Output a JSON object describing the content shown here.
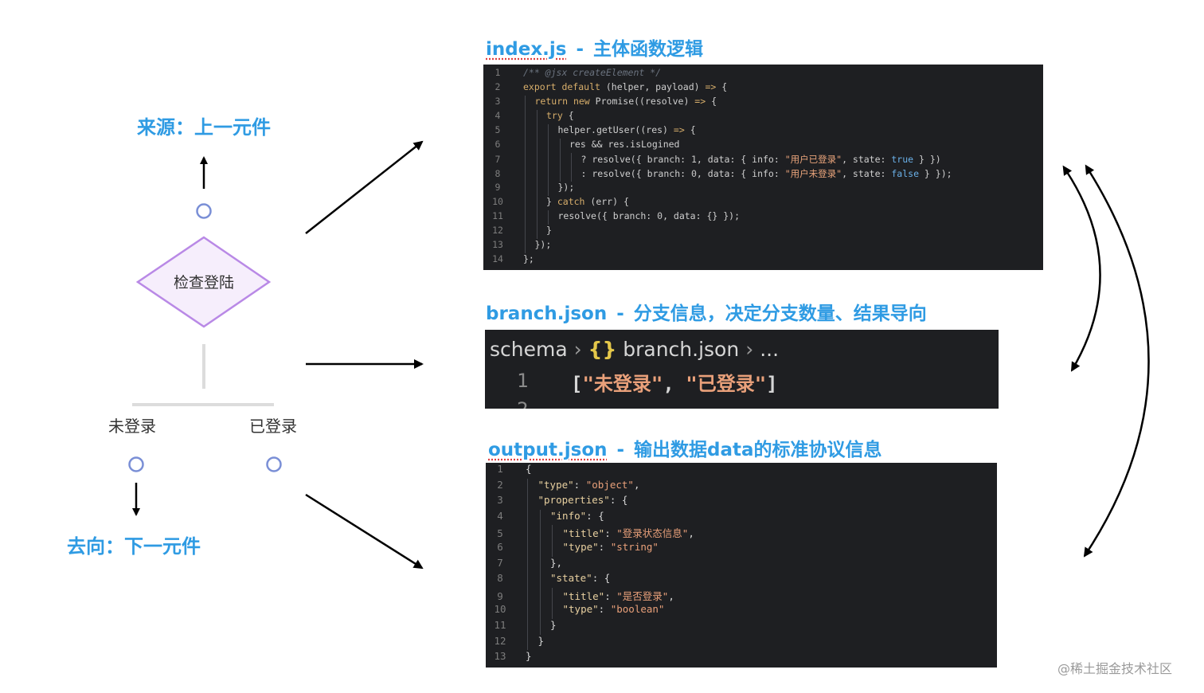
{
  "flow": {
    "source_label": "来源：上一元件",
    "diamond_label": "检查登陆",
    "branch_left": "未登录",
    "branch_right": "已登录",
    "dest_label": "去向：下一元件"
  },
  "panels": {
    "index": {
      "file": "index.js",
      "sep": "-",
      "desc": "主体函数逻辑",
      "lines": [
        {
          "n": "1",
          "indent": 0,
          "parts": [
            [
              "com",
              "/** @jsx createElement */"
            ]
          ]
        },
        {
          "n": "2",
          "indent": 0,
          "parts": [
            [
              "kw",
              "export default "
            ],
            [
              "fn",
              "(helper, payload) "
            ],
            [
              "kw",
              "=>"
            ],
            [
              "fn",
              " {"
            ]
          ]
        },
        {
          "n": "3",
          "indent": 1,
          "parts": [
            [
              "kw",
              "return new "
            ],
            [
              "fn",
              "Promise((resolve) "
            ],
            [
              "kw",
              "=>"
            ],
            [
              "fn",
              " {"
            ]
          ]
        },
        {
          "n": "4",
          "indent": 2,
          "parts": [
            [
              "kw",
              "try"
            ],
            [
              "fn",
              " {"
            ]
          ]
        },
        {
          "n": "5",
          "indent": 3,
          "parts": [
            [
              "fn",
              "helper.getUser((res) "
            ],
            [
              "kw",
              "=>"
            ],
            [
              "fn",
              " {"
            ]
          ]
        },
        {
          "n": "6",
          "indent": 4,
          "parts": [
            [
              "fn",
              "res && res.isLogined"
            ]
          ]
        },
        {
          "n": "7",
          "indent": 5,
          "parts": [
            [
              "fn",
              "? resolve({ branch: "
            ],
            [
              "num",
              "1"
            ],
            [
              "fn",
              ", data: { info: "
            ],
            [
              "str",
              "\"用户已登录\""
            ],
            [
              "fn",
              ", state: "
            ],
            [
              "bool",
              "true"
            ],
            [
              "fn",
              " } })"
            ]
          ]
        },
        {
          "n": "8",
          "indent": 5,
          "parts": [
            [
              "fn",
              ": resolve({ branch: "
            ],
            [
              "num",
              "0"
            ],
            [
              "fn",
              ", data: { info: "
            ],
            [
              "str",
              "\"用户未登录\""
            ],
            [
              "fn",
              ", state: "
            ],
            [
              "bool",
              "false"
            ],
            [
              "fn",
              " } });"
            ]
          ]
        },
        {
          "n": "9",
          "indent": 3,
          "parts": [
            [
              "fn",
              "});"
            ]
          ]
        },
        {
          "n": "10",
          "indent": 2,
          "parts": [
            [
              "fn",
              "} "
            ],
            [
              "kw",
              "catch"
            ],
            [
              "fn",
              " (err) {"
            ]
          ]
        },
        {
          "n": "11",
          "indent": 3,
          "parts": [
            [
              "fn",
              "resolve({ branch: "
            ],
            [
              "num",
              "0"
            ],
            [
              "fn",
              ", data: {} });"
            ]
          ]
        },
        {
          "n": "12",
          "indent": 2,
          "parts": [
            [
              "fn",
              "}"
            ]
          ]
        },
        {
          "n": "13",
          "indent": 1,
          "parts": [
            [
              "fn",
              "});"
            ]
          ]
        },
        {
          "n": "14",
          "indent": 0,
          "parts": [
            [
              "fn",
              "};"
            ]
          ]
        }
      ]
    },
    "branch": {
      "file": "branch.json",
      "sep": "-",
      "desc": "分支信息，决定分支数量、结果导向",
      "crumb_schema": "schema",
      "crumb_braces": "{}",
      "crumb_file": "branch.json",
      "crumb_more": "...",
      "line_no": "1",
      "values": [
        "未登录",
        "已登录"
      ]
    },
    "output": {
      "file": "output.json",
      "sep": "-",
      "desc": "输出数据data的标准协议信息",
      "lines": [
        {
          "n": "1",
          "indent": 0,
          "parts": [
            [
              "p",
              "{"
            ]
          ]
        },
        {
          "n": "2",
          "indent": 1,
          "parts": [
            [
              "key",
              "\"type\""
            ],
            [
              "p",
              ": "
            ],
            [
              "sval",
              "\"object\""
            ],
            [
              "p",
              ","
            ]
          ]
        },
        {
          "n": "3",
          "indent": 1,
          "parts": [
            [
              "key",
              "\"properties\""
            ],
            [
              "p",
              ": {"
            ]
          ]
        },
        {
          "n": "4",
          "indent": 2,
          "parts": [
            [
              "key",
              "\"info\""
            ],
            [
              "p",
              ": {"
            ]
          ]
        },
        {
          "n": "5",
          "indent": 3,
          "parts": [
            [
              "key",
              "\"title\""
            ],
            [
              "p",
              ": "
            ],
            [
              "sval",
              "\"登录状态信息\""
            ],
            [
              "p",
              ","
            ]
          ]
        },
        {
          "n": "6",
          "indent": 3,
          "parts": [
            [
              "key",
              "\"type\""
            ],
            [
              "p",
              ": "
            ],
            [
              "sval",
              "\"string\""
            ]
          ]
        },
        {
          "n": "7",
          "indent": 2,
          "parts": [
            [
              "p",
              "},"
            ]
          ]
        },
        {
          "n": "8",
          "indent": 2,
          "parts": [
            [
              "key",
              "\"state\""
            ],
            [
              "p",
              ": {"
            ]
          ]
        },
        {
          "n": "9",
          "indent": 3,
          "parts": [
            [
              "key",
              "\"title\""
            ],
            [
              "p",
              ": "
            ],
            [
              "sval",
              "\"是否登录\""
            ],
            [
              "p",
              ","
            ]
          ]
        },
        {
          "n": "10",
          "indent": 3,
          "parts": [
            [
              "key",
              "\"type\""
            ],
            [
              "p",
              ": "
            ],
            [
              "sval",
              "\"boolean\""
            ]
          ]
        },
        {
          "n": "11",
          "indent": 2,
          "parts": [
            [
              "p",
              "}"
            ]
          ]
        },
        {
          "n": "12",
          "indent": 1,
          "parts": [
            [
              "p",
              "}"
            ]
          ]
        },
        {
          "n": "13",
          "indent": 0,
          "parts": [
            [
              "p",
              "}"
            ]
          ]
        }
      ]
    }
  },
  "watermark": "@稀土掘金技术社区",
  "colors": {
    "accent_blue": "#2f9be3",
    "diamond_stroke": "#b989e6",
    "diamond_fill": "#f6eefc",
    "port_circle": "#7a8fd6",
    "panel_bg": "#1e1f22"
  }
}
